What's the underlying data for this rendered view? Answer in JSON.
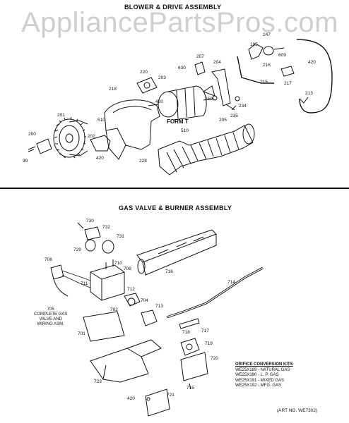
{
  "watermark": "AppliancePartsPros.com",
  "section1": {
    "title": "BLOWER & DRIVE ASSEMBLY",
    "form_label": "FORM T",
    "labels": [
      "195",
      "247",
      "207",
      "204",
      "609",
      "420",
      "220",
      "203",
      "630",
      "216",
      "218",
      "420",
      "250",
      "215",
      "217",
      "213",
      "234",
      "235",
      "205",
      "201",
      "510",
      "510",
      "200",
      "202",
      "420",
      "99",
      "228"
    ]
  },
  "section2": {
    "title": "GAS VALVE & BURNER ASSEMBLY",
    "labels": [
      "730",
      "732",
      "731",
      "729",
      "706",
      "710",
      "709",
      "716",
      "714",
      "711",
      "712",
      "704",
      "713",
      "702",
      "717",
      "718",
      "719",
      "701",
      "720",
      "723",
      "715",
      "721",
      "420"
    ],
    "note_lines": [
      "705",
      "COMPLETE GAS",
      "VALVE AND",
      "WIRING ASM."
    ]
  },
  "orifice_kits": {
    "heading": "ORIFICE CONVERSION KITS",
    "lines": [
      "WE25X189 - NATURAL GAS",
      "WE25X190 - L. P. GAS",
      "WE25X191 - MIXED GAS",
      "WE25X192 - MFG. GAS"
    ]
  },
  "art_no": "(ART NO. WE7302)"
}
